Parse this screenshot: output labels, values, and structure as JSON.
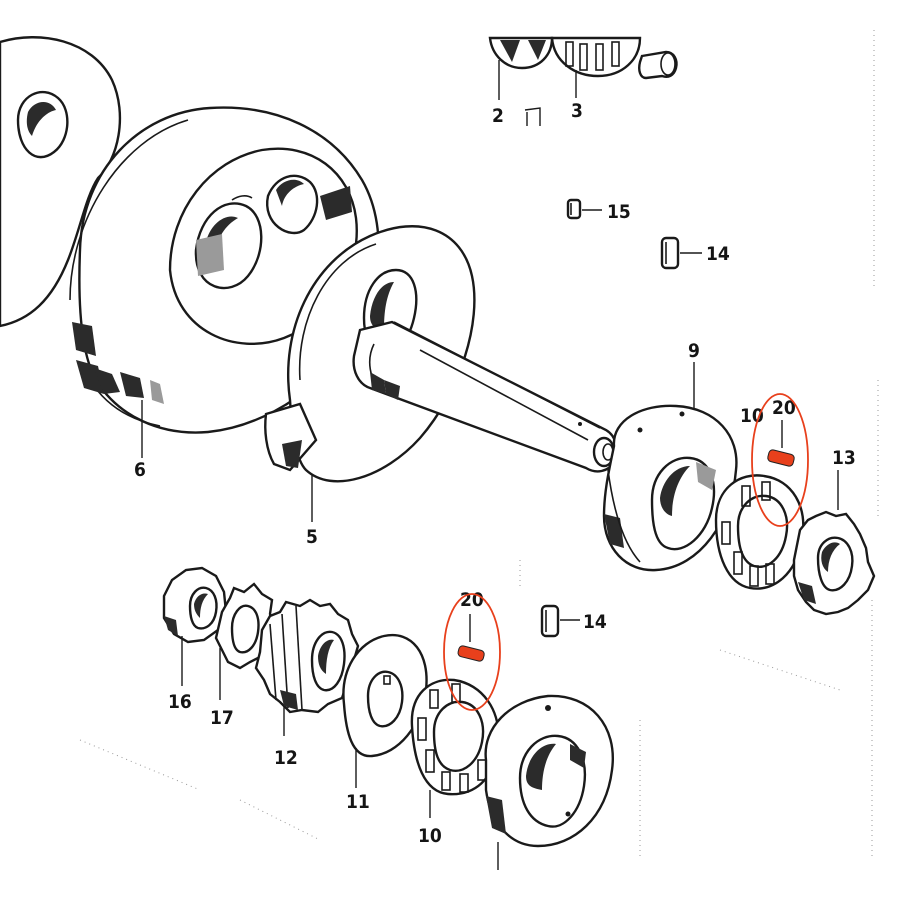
{
  "diagram": {
    "labels": {
      "p2": "2",
      "p3": "3",
      "p15": "15",
      "p14_top": "14",
      "p9": "9",
      "p10_top": "10",
      "p20_top": "20",
      "p13": "13",
      "p6": "6",
      "p5": "5",
      "p20_bottom": "20",
      "p14_bottom": "14",
      "p16": "16",
      "p17": "17",
      "p12": "12",
      "p11": "11",
      "p10_bottom": "10"
    },
    "highlight_color": "#e8401c",
    "pin_color": "#e8401c"
  }
}
